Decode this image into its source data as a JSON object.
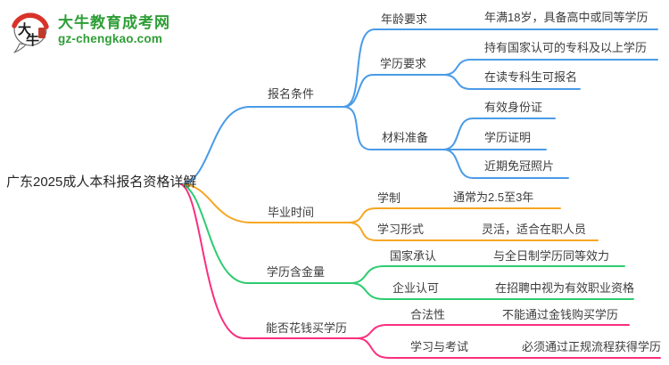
{
  "logo": {
    "bubble_text": "大牛",
    "site_name": "大牛教育成考网",
    "site_url": "gz-chengkao.com"
  },
  "palette": {
    "branch_blue": "#4A9BE8",
    "branch_orange": "#F5A623",
    "branch_green": "#2DCC70",
    "branch_pink": "#FB2E7E",
    "node_text": "#3c3c3c",
    "brand_green": "#2E9E36",
    "brand_red": "#D8332A"
  },
  "mindmap": {
    "root": "广东2025成人本科报名资格详解",
    "branches": [
      {
        "label": "报名条件",
        "color": "#4A9BE8",
        "children": [
          {
            "label": "年龄要求",
            "values": [
              "年满18岁，具备高中或同等学历"
            ]
          },
          {
            "label": "学历要求",
            "values": [
              "持有国家认可的专科及以上学历",
              "在读专科生可报名"
            ]
          },
          {
            "label": "材料准备",
            "values": [
              "有效身份证",
              "学历证明",
              "近期免冠照片"
            ]
          }
        ]
      },
      {
        "label": "毕业时间",
        "color": "#F5A623",
        "children": [
          {
            "label": "学制",
            "values": [
              "通常为2.5至3年"
            ]
          },
          {
            "label": "学习形式",
            "values": [
              "灵活，适合在职人员"
            ]
          }
        ]
      },
      {
        "label": "学历含金量",
        "color": "#2DCC70",
        "children": [
          {
            "label": "国家承认",
            "values": [
              "与全日制学历同等效力"
            ]
          },
          {
            "label": "企业认可",
            "values": [
              "在招聘中视为有效职业资格"
            ]
          }
        ]
      },
      {
        "label": "能否花钱买学历",
        "color": "#FB2E7E",
        "children": [
          {
            "label": "合法性",
            "values": [
              "不能通过金钱购买学历"
            ]
          },
          {
            "label": "学习与考试",
            "values": [
              "必须通过正规流程获得学历"
            ]
          }
        ]
      }
    ]
  }
}
